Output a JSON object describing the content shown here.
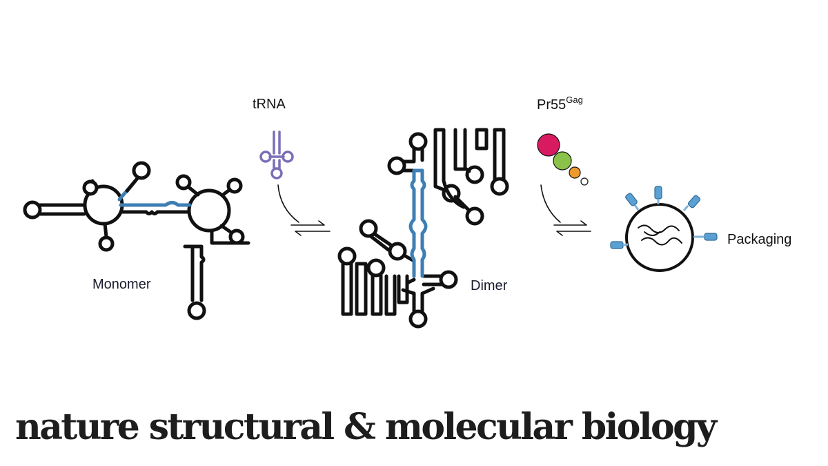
{
  "figure": {
    "labels": {
      "trna": "tRNA",
      "pr55_base": "Pr55",
      "pr55_sup": "Gag",
      "monomer": "Monomer",
      "dimer": "Dimer",
      "packaging": "Packaging"
    },
    "colors": {
      "rna_strand": "#111111",
      "highlight_blue": "#3d7fb4",
      "trna_purple": "#7a6fb6",
      "gag_magenta": "#d81b60",
      "gag_green": "#8bc34a",
      "gag_orange": "#ef9a2d",
      "envelope_blue": "#5aa0d2"
    }
  },
  "journal": {
    "title": "nature structural & molecular biology"
  }
}
